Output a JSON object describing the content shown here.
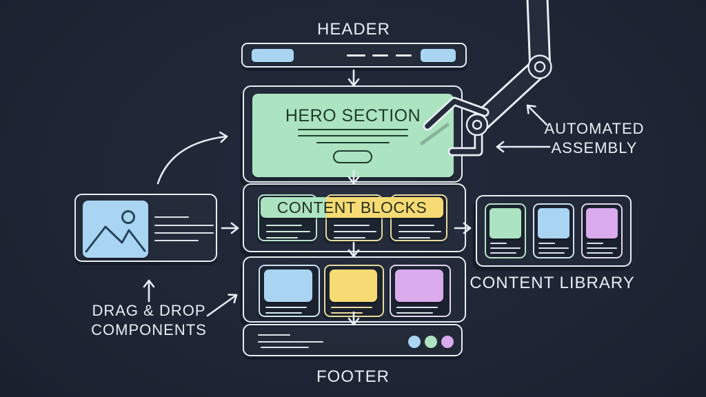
{
  "labels": {
    "header": "HEADER",
    "hero": "HERO SECTION",
    "content_blocks": "CONTENT BLOCKS",
    "footer": "FOOTER",
    "content_library": "CONTENT LIBRARY",
    "drag_drop_line1": "DRAG & DROP",
    "drag_drop_line2": "COMPONENTS",
    "automated_line1": "AUTOMATED",
    "automated_line2": "ASSEMBLY"
  },
  "colors": {
    "background": "#1d2433",
    "line": "#e9eef5",
    "green": "#ace3c0",
    "blue": "#a9d5f3",
    "yellow": "#f6db74",
    "purple": "#d9aaec",
    "hero_ink": "#1d3b2a",
    "band_ink": "#262f1d",
    "arm_fill": "#252c3c"
  },
  "header_bar": {
    "left_pill": "#a9d5f3",
    "right_pill": "#a9d5f3",
    "dash_count": 3
  },
  "content_block_accents": [
    "#ace3c0",
    "#f6db74",
    "#f6db74"
  ],
  "component_cards": [
    "#a9d5f3",
    "#f6db74",
    "#d9aaec"
  ],
  "library_cards": [
    "#ace3c0",
    "#a9d5f3",
    "#d9aaec"
  ],
  "footer_dots": [
    "#a9d5f3",
    "#ace3c0",
    "#d9aaec"
  ],
  "icons": {
    "robot_arm": "robot-arm-icon",
    "image_placeholder": "image-placeholder-icon",
    "flow_arrows": "flow-arrow"
  },
  "flow": [
    "HEADER -> HERO SECTION",
    "HERO SECTION -> CONTENT BLOCKS",
    "CONTENT BLOCKS -> COMPONENT ROW",
    "COMPONENT ROW -> FOOTER",
    "DRAG & DROP COMPONENTS -> PAGE",
    "PAGE -> CONTENT LIBRARY",
    "AUTOMATED ASSEMBLY -> ROBOT ARM"
  ]
}
